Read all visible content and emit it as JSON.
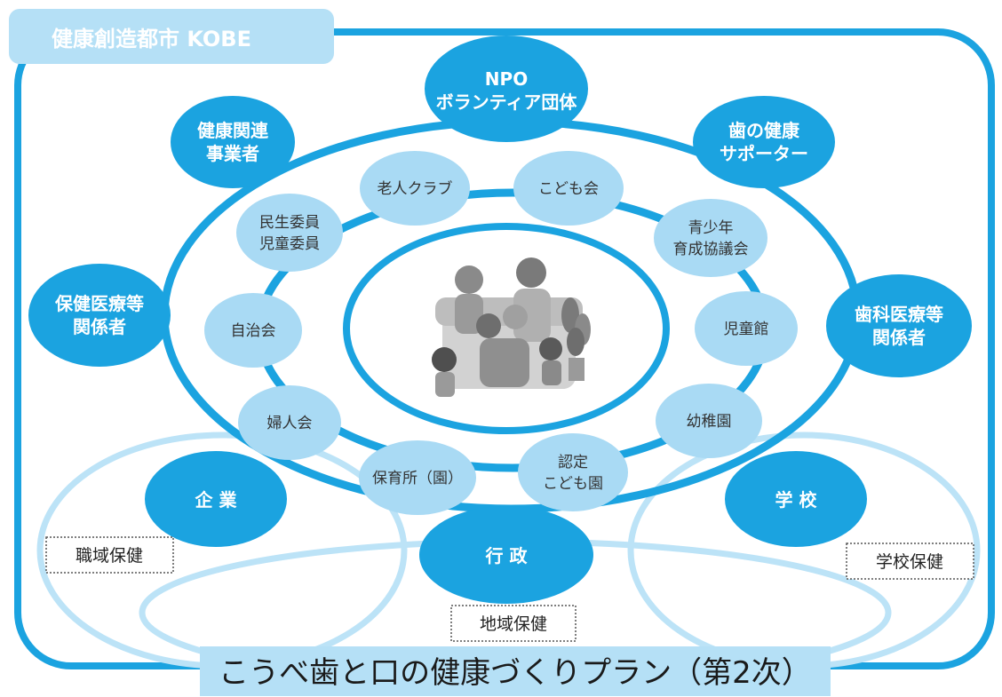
{
  "title": "健康創造都市 KOBE",
  "plan_title": "こうべ歯と口の健康づくりプラン（第2次）",
  "colors": {
    "primary": "#1BA3E0",
    "light": "#A9DAF4",
    "ring_light": "#BCE3F7",
    "title_bg": "#B5E0F6"
  },
  "outer_organizations": [
    {
      "id": "npo",
      "lines": [
        "NPO",
        "ボランティア団体"
      ]
    },
    {
      "id": "dental-health-supporter",
      "lines": [
        "歯の健康",
        "サポーター"
      ]
    },
    {
      "id": "dental-medical",
      "lines": [
        "歯科医療等",
        "関係者"
      ]
    },
    {
      "id": "school",
      "lines": [
        "学 校"
      ]
    },
    {
      "id": "government",
      "lines": [
        "行 政"
      ]
    },
    {
      "id": "company",
      "lines": [
        "企 業"
      ]
    },
    {
      "id": "health-medical",
      "lines": [
        "保健医療等",
        "関係者"
      ]
    },
    {
      "id": "health-business",
      "lines": [
        "健康関連",
        "事業者"
      ]
    }
  ],
  "community_groups": [
    {
      "id": "kodomokai",
      "lines": [
        "こども会"
      ]
    },
    {
      "id": "youth-council",
      "lines": [
        "青少年",
        "育成協議会"
      ]
    },
    {
      "id": "childrens-hall",
      "lines": [
        "児童館"
      ]
    },
    {
      "id": "kindergarten",
      "lines": [
        "幼稚園"
      ]
    },
    {
      "id": "certified-kodomoen",
      "lines": [
        "認定",
        "こども園"
      ]
    },
    {
      "id": "nursery",
      "lines": [
        "保育所（園）"
      ]
    },
    {
      "id": "womens-association",
      "lines": [
        "婦人会"
      ]
    },
    {
      "id": "neighborhood-association",
      "lines": [
        "自治会"
      ]
    },
    {
      "id": "welfare-commissioners",
      "lines": [
        "民生委員",
        "児童委員"
      ]
    },
    {
      "id": "seniors-club",
      "lines": [
        "老人クラブ"
      ]
    }
  ],
  "areas": [
    {
      "id": "workplace-health",
      "label": "職域保健"
    },
    {
      "id": "school-health",
      "label": "学校保健"
    },
    {
      "id": "community-health",
      "label": "地域保健"
    }
  ]
}
